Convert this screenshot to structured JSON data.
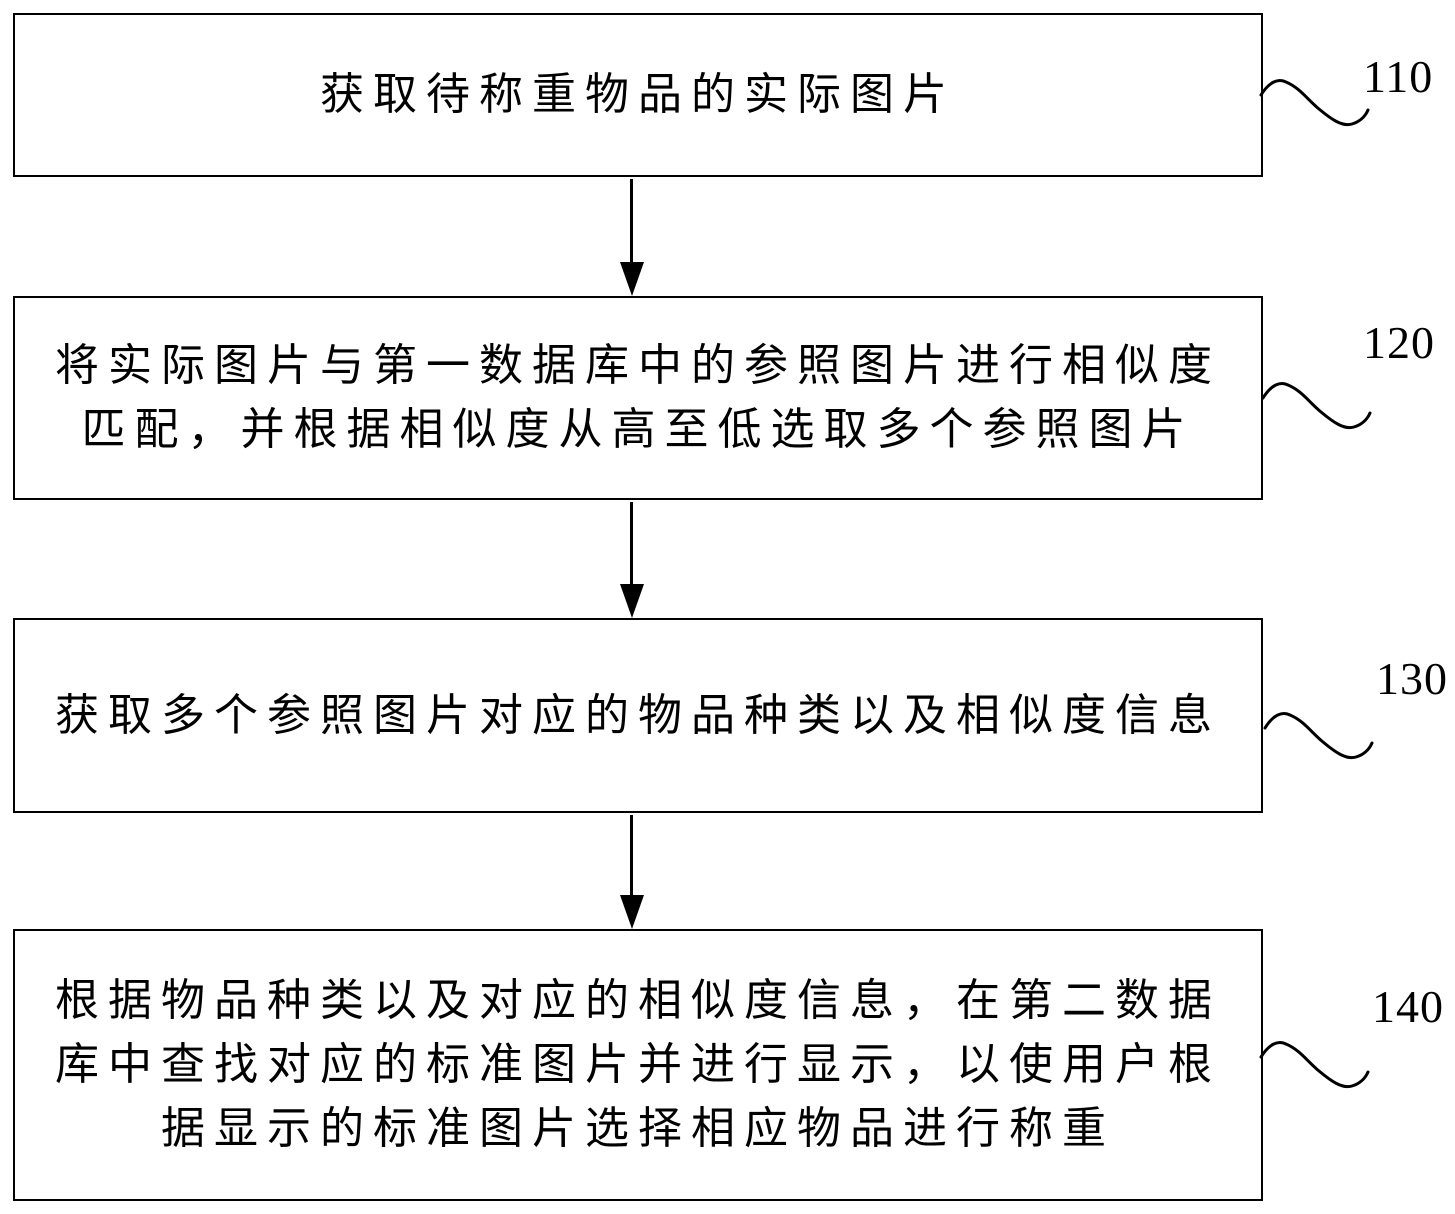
{
  "figure": {
    "type": "flowchart",
    "background_color": "#ffffff",
    "line_color": "#000000",
    "steps": [
      {
        "ref": "110",
        "lines": [
          "获取待称重物品的实际图片"
        ]
      },
      {
        "ref": "120",
        "lines": [
          "将实际图片与第一数据库中的参照图片进行相似度",
          "匹配，并根据相似度从高至低选取多个参照图片"
        ]
      },
      {
        "ref": "130",
        "lines": [
          "获取多个参照图片对应的物品种类以及相似度信息"
        ]
      },
      {
        "ref": "140",
        "lines": [
          "根据物品种类以及对应的相似度信息，在第二数据",
          "库中查找对应的标准图片并进行显示，以使用户根",
          "据显示的标准图片选择相应物品进行称重"
        ]
      }
    ],
    "icons": {
      "flow_arrow": "solid triangle-down (CSS border shape)",
      "ref_connector": "tilde squiggle curve (SVG path)"
    }
  }
}
